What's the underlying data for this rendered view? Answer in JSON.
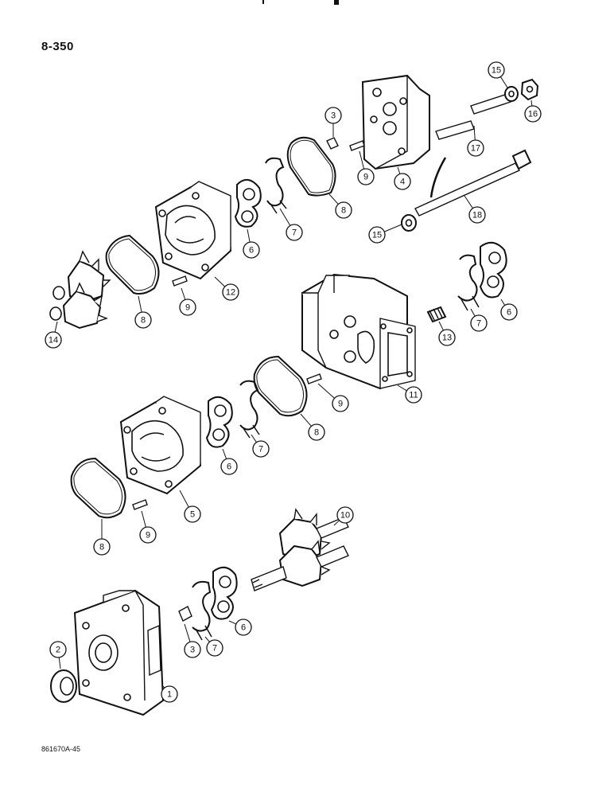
{
  "page_number": "8-350",
  "figure_code": "861670A-45",
  "callouts": [
    {
      "id": "c1",
      "label": "1"
    },
    {
      "id": "c2",
      "label": "2"
    },
    {
      "id": "c3a",
      "label": "3"
    },
    {
      "id": "c3b",
      "label": "3"
    },
    {
      "id": "c4",
      "label": "4"
    },
    {
      "id": "c5",
      "label": "5"
    },
    {
      "id": "c6a",
      "label": "6"
    },
    {
      "id": "c6b",
      "label": "6"
    },
    {
      "id": "c6c",
      "label": "6"
    },
    {
      "id": "c6d",
      "label": "6"
    },
    {
      "id": "c7a",
      "label": "7"
    },
    {
      "id": "c7b",
      "label": "7"
    },
    {
      "id": "c7c",
      "label": "7"
    },
    {
      "id": "c7d",
      "label": "7"
    },
    {
      "id": "c8a",
      "label": "8"
    },
    {
      "id": "c8b",
      "label": "8"
    },
    {
      "id": "c8c",
      "label": "8"
    },
    {
      "id": "c8d",
      "label": "8"
    },
    {
      "id": "c9a",
      "label": "9"
    },
    {
      "id": "c9b",
      "label": "9"
    },
    {
      "id": "c9c",
      "label": "9"
    },
    {
      "id": "c9d",
      "label": "9"
    },
    {
      "id": "c10",
      "label": "10"
    },
    {
      "id": "c11",
      "label": "11"
    },
    {
      "id": "c12",
      "label": "12"
    },
    {
      "id": "c13",
      "label": "13"
    },
    {
      "id": "c14",
      "label": "14"
    },
    {
      "id": "c15a",
      "label": "15"
    },
    {
      "id": "c15b",
      "label": "15"
    },
    {
      "id": "c16",
      "label": "16"
    },
    {
      "id": "c17",
      "label": "17"
    },
    {
      "id": "c18",
      "label": "18"
    }
  ]
}
